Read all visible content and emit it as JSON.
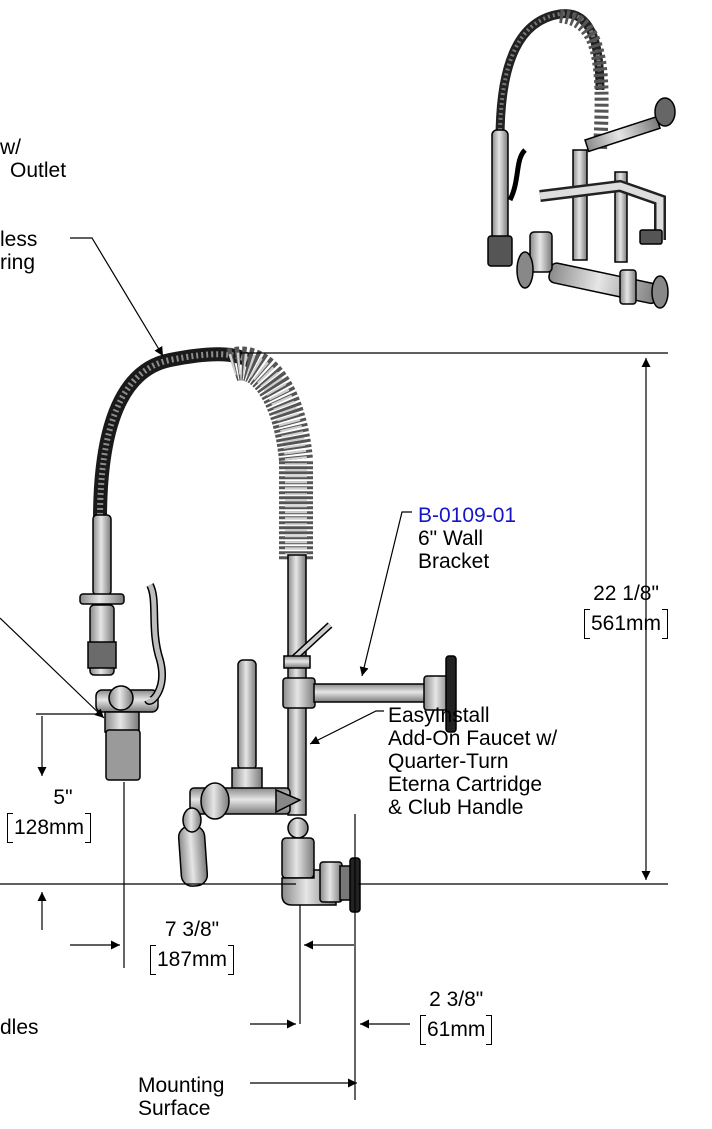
{
  "callouts": {
    "spray_valve": [
      "w/",
      "Outlet"
    ],
    "hose": [
      "less",
      "ring"
    ],
    "wall_bracket": {
      "part_number": "B-0109-01",
      "lines": [
        "6\" Wall",
        "Bracket"
      ]
    },
    "add_on_faucet": [
      "EasyInstall",
      "Add-On Faucet w/",
      "Quarter-Turn",
      "Eterna Cartridge",
      "& Club Handle"
    ],
    "handles": [
      "dles"
    ],
    "mounting_surface": [
      "Mounting",
      "Surface"
    ]
  },
  "dimensions": {
    "overall_height": {
      "imperial": "22 1/8\"",
      "metric": "561mm"
    },
    "spray_height": {
      "imperial": "5\"",
      "metric": "128mm"
    },
    "spray_reach": {
      "imperial": "7 3/8\"",
      "metric": "187mm"
    },
    "wall_offset": {
      "imperial": "2 3/8\"",
      "metric": "61mm"
    }
  }
}
